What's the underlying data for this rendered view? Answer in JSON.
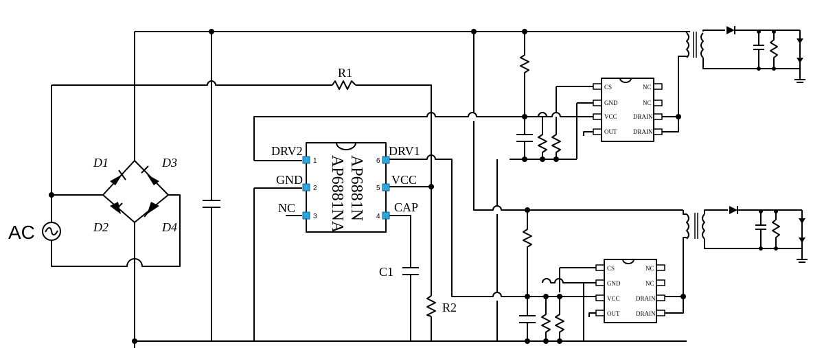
{
  "source": {
    "label": "AC"
  },
  "bridge": {
    "d1": "D1",
    "d2": "D2",
    "d3": "D3",
    "d4": "D4"
  },
  "resistors": {
    "r1": "R1",
    "r2": "R2"
  },
  "capacitors": {
    "c1": "C1"
  },
  "controller": {
    "part_line1": "AP6881N",
    "part_line2": "AP6881NA",
    "pins": {
      "drv2": "DRV2",
      "gnd": "GND",
      "nc": "NC",
      "drv1": "DRV1",
      "vcc": "VCC",
      "cap": "CAP",
      "n1": "1",
      "n2": "2",
      "n3": "3",
      "n4": "4",
      "n5": "5",
      "n6": "6"
    }
  },
  "driver_ic": {
    "pins": {
      "cs": "CS",
      "gnd": "GND",
      "vcc": "VCC",
      "out": "OUT",
      "nc": "NC",
      "drain": "DRAIN"
    }
  },
  "colors": {
    "pad": "#29a8e0",
    "wire": "#000000",
    "background": "#ffffff"
  }
}
